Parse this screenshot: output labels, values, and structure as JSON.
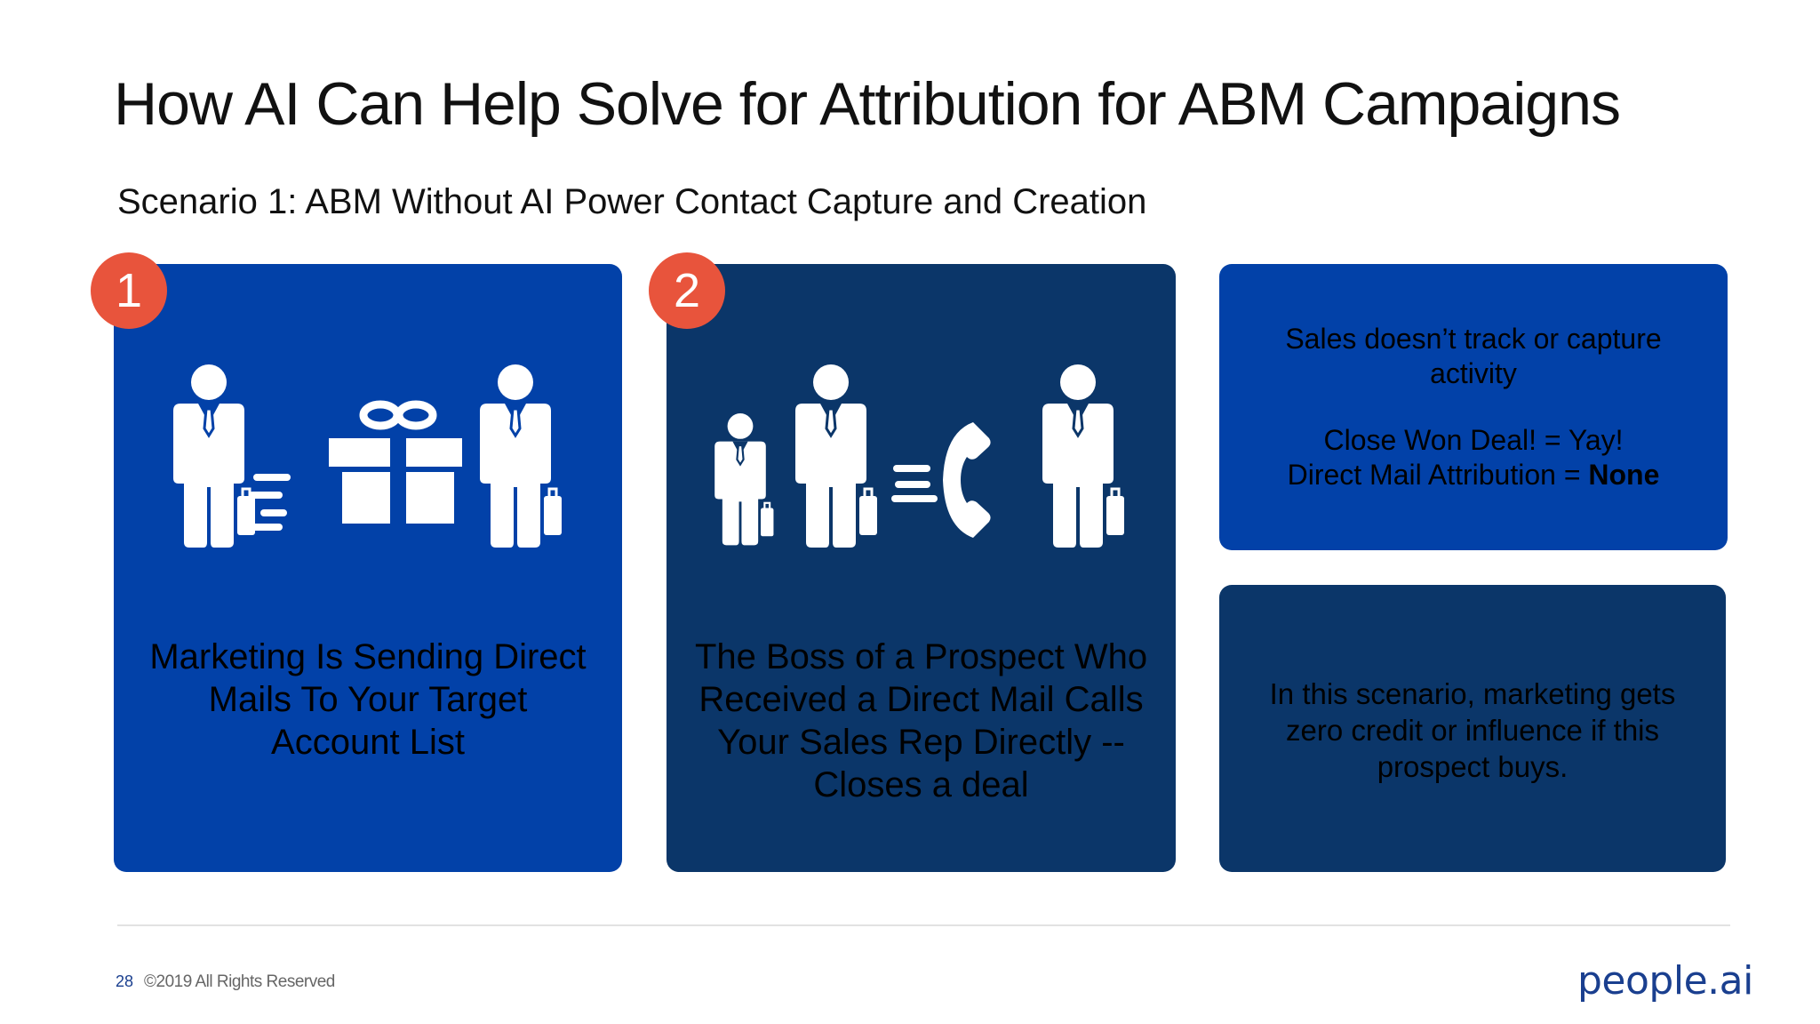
{
  "title": "How AI Can Help Solve for Attribution for ABM Campaigns",
  "subtitle": "Scenario 1: ABM Without AI Power Contact Capture and Creation",
  "cards": [
    {
      "badge": "1",
      "text": [
        "Marketing Is Sending Direct",
        "Mails To Your Target",
        "Account List"
      ],
      "color": "#0241a8"
    },
    {
      "badge": "2",
      "text": [
        "The Boss of a Prospect Who",
        "Received a Direct Mail Calls",
        "Your Sales Rep Directly --",
        "Closes a deal"
      ],
      "color": "#0b3669"
    }
  ],
  "side_top": {
    "line1": "Sales doesn’t track or capture",
    "line2": "activity",
    "line3": "Close Won Deal! = Yay!",
    "line4_prefix": "Direct Mail Attribution = ",
    "line4_bold": "None"
  },
  "side_bottom": {
    "lines": [
      "In this scenario, marketing gets",
      "zero credit or influence if this",
      "prospect buys."
    ]
  },
  "footer": {
    "page_number": "28",
    "copyright": "©2019 All Rights Reserved",
    "logo": "people.ai"
  },
  "colors": {
    "accent_blue": "#0241a8",
    "navy": "#0b3669",
    "badge_orange": "#e8543c"
  },
  "icons": [
    "businessman-icon",
    "gift-icon",
    "phone-icon",
    "motion-lines-icon"
  ]
}
